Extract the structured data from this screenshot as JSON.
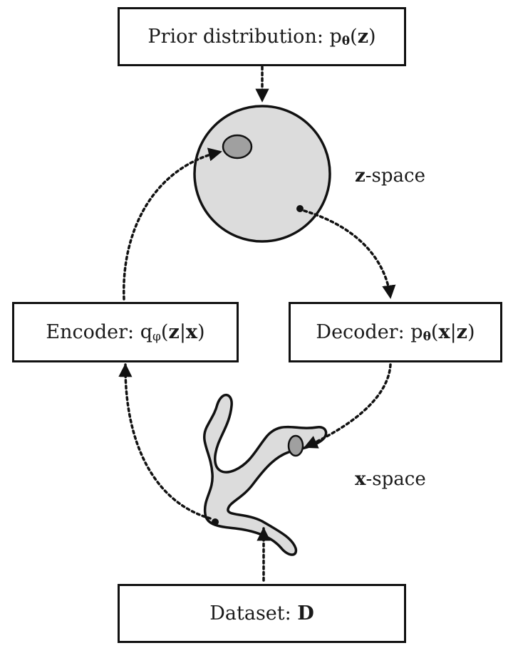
{
  "prior": {
    "label": "Prior distribution: p",
    "sub": "θ",
    "arg_open": "(",
    "arg": "z",
    "arg_close": ")"
  },
  "encoder": {
    "label": "Encoder: q",
    "sub": "φ",
    "arg_open": "(",
    "arg1": "z",
    "bar": "|",
    "arg2": "x",
    "arg_close": ")"
  },
  "decoder": {
    "label": "Decoder: p",
    "sub": "θ",
    "arg_open": "(",
    "arg1": "x",
    "bar": "|",
    "arg2": "z",
    "arg_close": ")"
  },
  "dataset": {
    "label": "Dataset: ",
    "arg": "D"
  },
  "z_space": {
    "var": "z",
    "rest": "-space"
  },
  "x_space": {
    "var": "x",
    "rest": "-space"
  },
  "colors": {
    "region_fill": "#dcdcdc",
    "blob_fill": "#a0a0a0",
    "stroke": "#111111"
  }
}
